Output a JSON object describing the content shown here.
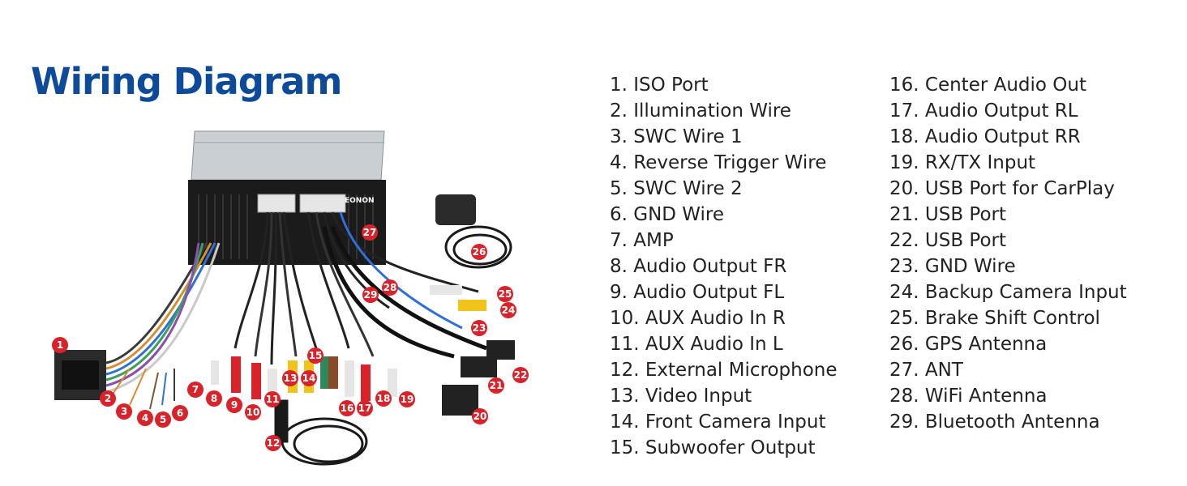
{
  "title": "Wiring Diagram",
  "brand": "EONON",
  "legend": [
    {
      "num": "1",
      "label": "1. ISO Port"
    },
    {
      "num": "2",
      "label": "2. Illumination Wire"
    },
    {
      "num": "3",
      "label": "3. SWC Wire 1"
    },
    {
      "num": "4",
      "label": "4. Reverse Trigger Wire"
    },
    {
      "num": "5",
      "label": "5. SWC Wire 2"
    },
    {
      "num": "6",
      "label": "6. GND Wire"
    },
    {
      "num": "7",
      "label": "7. AMP"
    },
    {
      "num": "8",
      "label": "8. Audio Output FR"
    },
    {
      "num": "9",
      "label": "9. Audio Output FL"
    },
    {
      "num": "10",
      "label": "10. AUX Audio In R"
    },
    {
      "num": "11",
      "label": "11. AUX Audio In L"
    },
    {
      "num": "12",
      "label": "12. External Microphone"
    },
    {
      "num": "13",
      "label": "13. Video Input"
    },
    {
      "num": "14",
      "label": "14. Front Camera Input"
    },
    {
      "num": "15",
      "label": "15. Subwoofer Output"
    },
    {
      "num": "16",
      "label": "16. Center Audio Out"
    },
    {
      "num": "17",
      "label": "17. Audio Output RL"
    },
    {
      "num": "18",
      "label": "18. Audio Output RR"
    },
    {
      "num": "19",
      "label": "19. RX/TX Input"
    },
    {
      "num": "20",
      "label": "20. USB Port for CarPlay"
    },
    {
      "num": "21",
      "label": "21. USB Port"
    },
    {
      "num": "22",
      "label": "22. USB Port"
    },
    {
      "num": "23",
      "label": "23. GND Wire"
    },
    {
      "num": "24",
      "label": "24. Backup Camera Input"
    },
    {
      "num": "25",
      "label": "25. Brake Shift Control"
    },
    {
      "num": "26",
      "label": "26. GPS Antenna"
    },
    {
      "num": "27",
      "label": "27. ANT"
    },
    {
      "num": "28",
      "label": "28. WiFi Antenna"
    },
    {
      "num": "29",
      "label": "29. Bluetooth Antenna"
    }
  ]
}
